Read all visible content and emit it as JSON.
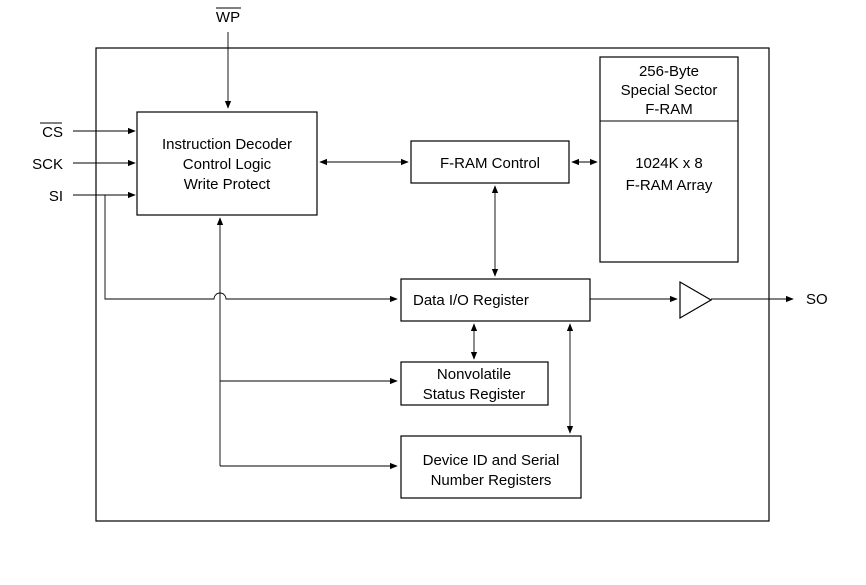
{
  "pins": {
    "wp": "WP",
    "cs": "CS",
    "sck": "SCK",
    "si": "SI",
    "so": "SO"
  },
  "blocks": {
    "decoder": [
      "Instruction Decoder",
      "Control Logic",
      "Write Protect"
    ],
    "fram_control": "F-RAM Control",
    "special_sector": [
      "256-Byte",
      "Special Sector",
      "F-RAM"
    ],
    "fram_array": [
      "1024K x 8",
      "F-RAM Array"
    ],
    "data_io": "Data I/O Register",
    "status_register": [
      "Nonvolatile",
      "Status Register"
    ],
    "device_id": [
      "Device ID and Serial",
      "Number Registers"
    ]
  }
}
